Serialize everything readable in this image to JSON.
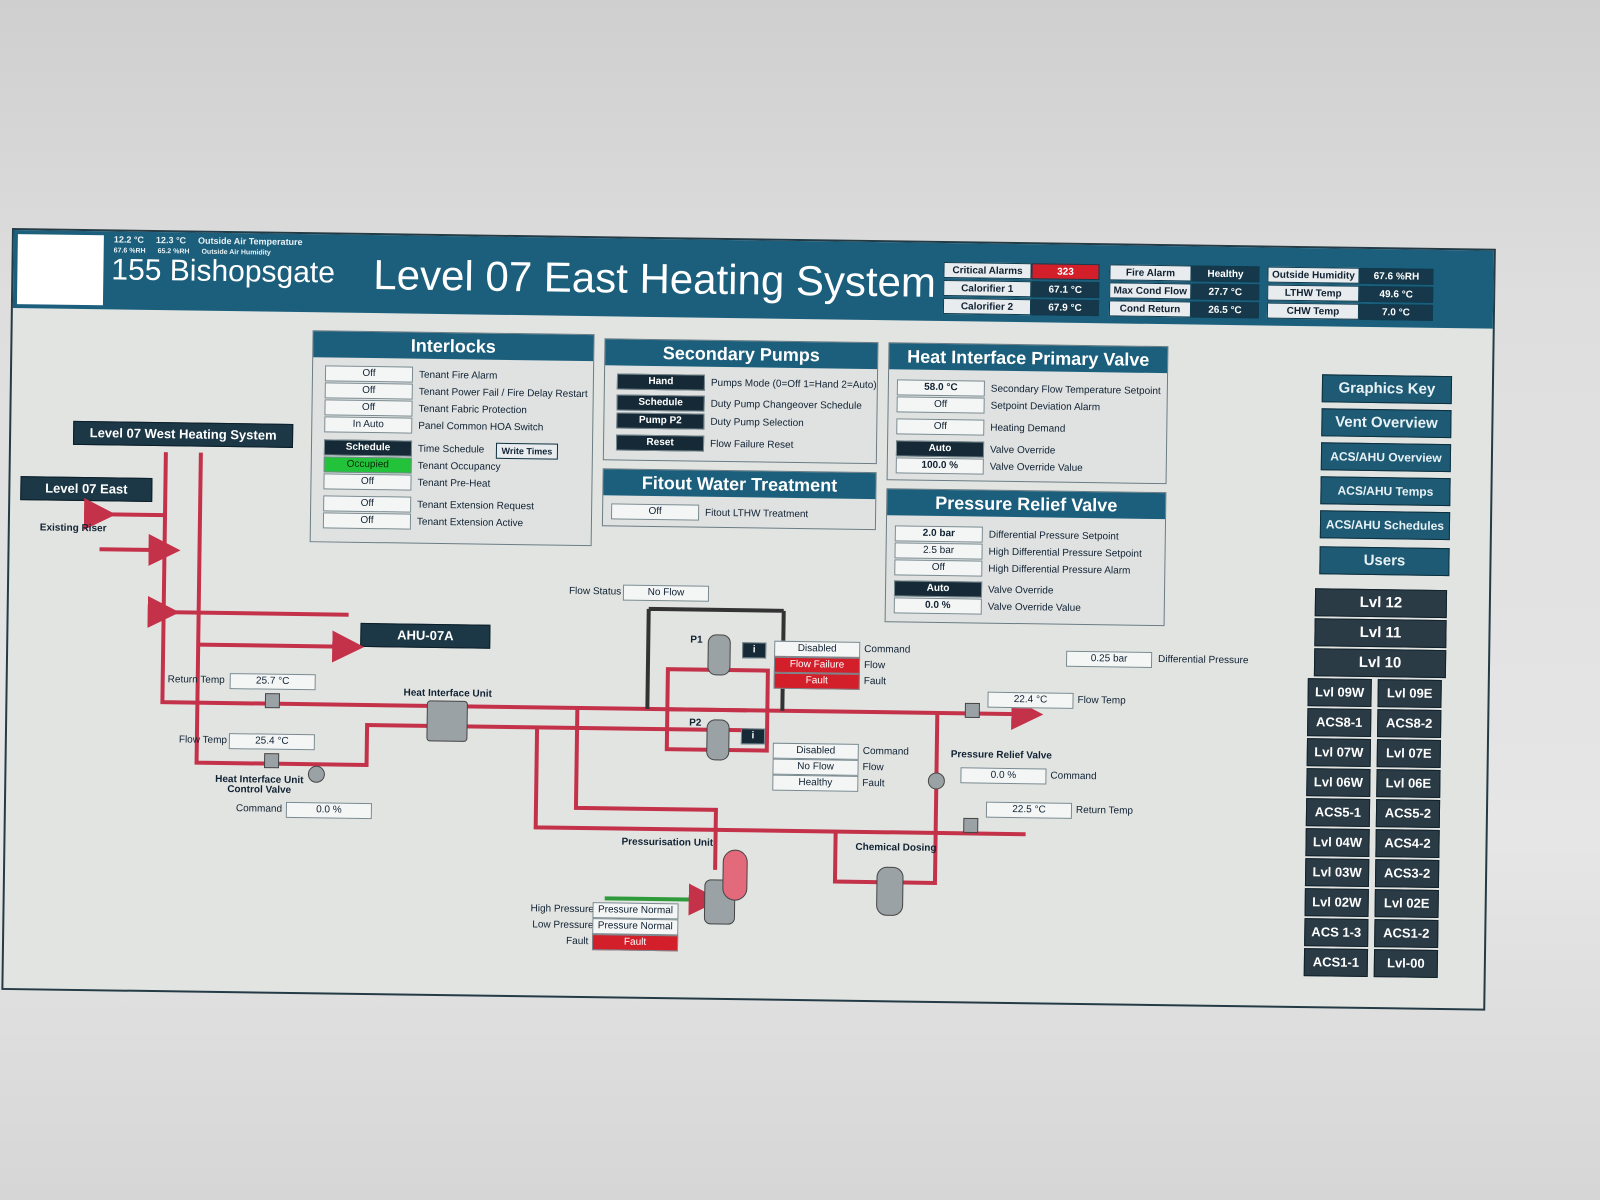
{
  "header": {
    "oat_values": [
      "12.2 °C",
      "12.3 °C"
    ],
    "oat_label": "Outside Air Temperature",
    "hum_values": [
      "67.6 %RH",
      "65.2 %RH"
    ],
    "hum_label": "Outside Air Humidity",
    "building": "155 Bishopsgate",
    "title": "Level 07 East Heating System"
  },
  "status": {
    "critical_alarms": {
      "label": "Critical Alarms",
      "value": "323"
    },
    "calorifier1": {
      "label": "Calorifier 1",
      "value": "67.1 °C"
    },
    "calorifier2": {
      "label": "Calorifier 2",
      "value": "67.9 °C"
    },
    "fire_alarm": {
      "label": "Fire Alarm",
      "value": "Healthy"
    },
    "max_cond_flow": {
      "label": "Max Cond Flow",
      "value": "27.7 °C"
    },
    "cond_return": {
      "label": "Cond Return",
      "value": "26.5 °C"
    },
    "outside_humidity": {
      "label": "Outside Humidity",
      "value": "67.6 %RH"
    },
    "lthw_temp": {
      "label": "LTHW Temp",
      "value": "49.6 °C"
    },
    "chw_temp": {
      "label": "CHW Temp",
      "value": "7.0 °C"
    }
  },
  "interlocks": {
    "title": "Interlocks",
    "rows": [
      {
        "value": "Off",
        "label": "Tenant Fire Alarm"
      },
      {
        "value": "Off",
        "label": "Tenant Power Fail / Fire Delay Restart"
      },
      {
        "value": "Off",
        "label": "Tenant Fabric Protection"
      },
      {
        "value": "In Auto",
        "label": "Panel Common HOA Switch"
      },
      {
        "value": "Schedule",
        "label": "Time Schedule"
      },
      {
        "value": "Occupied",
        "label": "Tenant Occupancy"
      },
      {
        "value": "Off",
        "label": "Tenant Pre-Heat"
      },
      {
        "value": "Off",
        "label": "Tenant Extension Request"
      },
      {
        "value": "Off",
        "label": "Tenant Extension Active"
      }
    ],
    "write_times": "Write Times"
  },
  "secondary_pumps": {
    "title": "Secondary Pumps",
    "rows": [
      {
        "value": "Hand",
        "label": "Pumps Mode (0=Off 1=Hand 2=Auto)"
      },
      {
        "value": "Schedule",
        "label": "Duty Pump Changeover Schedule"
      },
      {
        "value": "Pump P2",
        "label": "Duty Pump Selection"
      },
      {
        "value": "Reset",
        "label": "Flow Failure Reset"
      }
    ]
  },
  "fitout": {
    "title": "Fitout Water Treatment",
    "value": "Off",
    "label": "Fitout LTHW Treatment"
  },
  "hipv": {
    "title": "Heat Interface Primary Valve",
    "rows": [
      {
        "value": "58.0 °C",
        "label": "Secondary Flow Temperature Setpoint"
      },
      {
        "value": "Off",
        "label": "Setpoint Deviation Alarm"
      },
      {
        "value": "Off",
        "label": "Heating Demand"
      },
      {
        "value": "Auto",
        "label": "Valve Override"
      },
      {
        "value": "100.0 %",
        "label": "Valve Override Value"
      }
    ]
  },
  "prv": {
    "title": "Pressure Relief Valve",
    "rows": [
      {
        "value": "2.0 bar",
        "label": "Differential Pressure Setpoint"
      },
      {
        "value": "2.5 bar",
        "label": "High Differential Pressure Setpoint"
      },
      {
        "value": "Off",
        "label": "High Differential Pressure Alarm"
      },
      {
        "value": "Auto",
        "label": "Valve Override"
      },
      {
        "value": "0.0 %",
        "label": "Valve Override Value"
      }
    ]
  },
  "nav": {
    "graphics_key": "Graphics Key",
    "vent_overview": "Vent Overview",
    "acs_overview": "ACS/AHU Overview",
    "acs_temps": "ACS/AHU Temps",
    "acs_schedules": "ACS/AHU Schedules",
    "users": "Users",
    "levels_wide": [
      "Lvl 12",
      "Lvl 11",
      "Lvl 10"
    ],
    "levels_grid": [
      [
        "Lvl 09W",
        "Lvl 09E"
      ],
      [
        "ACS8-1",
        "ACS8-2"
      ],
      [
        "Lvl 07W",
        "Lvl 07E"
      ],
      [
        "Lvl 06W",
        "Lvl 06E"
      ],
      [
        "ACS5-1",
        "ACS5-2"
      ],
      [
        "Lvl 04W",
        "ACS4-2"
      ],
      [
        "Lvl 03W",
        "ACS3-2"
      ],
      [
        "Lvl 02W",
        "Lvl 02E"
      ],
      [
        "ACS 1-3",
        "ACS1-2"
      ],
      [
        "ACS1-1",
        "Lvl-00"
      ]
    ],
    "west_link": "Level 07 West Heating System",
    "east_label": "Level 07 East",
    "ahu": "AHU-07A"
  },
  "schematic": {
    "existing_riser": "Existing Riser",
    "return_temp_label": "Return Temp",
    "return_temp_value": "25.7 °C",
    "flow_temp_label": "Flow Temp",
    "flow_temp_value": "25.4 °C",
    "hiu_label": "Heat Interface Unit",
    "hiu_valve_label": "Heat Interface Unit Control Valve",
    "command_label": "Command",
    "command_value": "0.0 %",
    "flow_status_label": "Flow Status",
    "flow_status_value": "No Flow",
    "p1": "P1",
    "p2": "P2",
    "p1_status": [
      "Disabled",
      "Flow Failure",
      "Fault"
    ],
    "p2_status": [
      "Disabled",
      "No Flow",
      "Healthy"
    ],
    "status_labels": [
      "Command",
      "Flow",
      "Fault"
    ],
    "diff_pressure_value": "0.25 bar",
    "diff_pressure_label": "Differential Pressure",
    "sec_flow_temp_value": "22.4 °C",
    "sec_flow_temp_label": "Flow Temp",
    "prv_label": "Pressure Relief Valve",
    "prv_command_value": "0.0 %",
    "prv_command_label": "Command",
    "sec_return_temp_value": "22.5 °C",
    "sec_return_temp_label": "Return Temp",
    "pressurisation_label": "Pressurisation Unit",
    "chemical_label": "Chemical Dosing",
    "high_pressure_label": "High Pressure",
    "high_pressure_value": "Pressure Normal",
    "low_pressure_label": "Low Pressure",
    "low_pressure_value": "Pressure Normal",
    "fault_label": "Fault",
    "fault_value": "Fault",
    "info_icon": "i"
  }
}
